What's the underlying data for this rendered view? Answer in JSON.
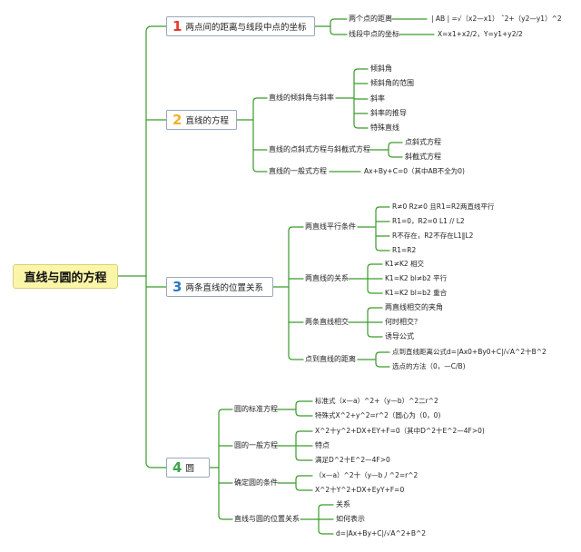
{
  "root": "直线与圆的方程",
  "colors": {
    "line": "#3a9a2b",
    "n1": "#e8382e",
    "n2": "#f2b02a",
    "n3": "#2a78c7",
    "n4": "#3aa54a",
    "root_bg": "#fbf6a7"
  },
  "b1": {
    "num": "1",
    "title": "两点间的距离与线段中点的坐标",
    "c1": "两个点的距离",
    "c1v": "| AB | =√（x2—x1） ˆ2+（y2—y1）^2",
    "c2": "线段中点的坐标",
    "c2v": "X=x1+x2/2，Y=y1+y2/2"
  },
  "b2": {
    "num": "2",
    "title": "直线的方程",
    "s1": "直线的倾斜角与斜率",
    "s1_items": [
      "倾斜角",
      "倾斜角的范围",
      "斜率",
      "斜率的推导",
      "特殊直线"
    ],
    "s2": "直线的点斜式方程与斜截式方程",
    "s2_items": [
      "点斜式方程",
      "斜截式方程"
    ],
    "s3": "直线的一般式方程",
    "s3v": "Ax+By+C=0（其中AB不全为0)"
  },
  "b3": {
    "num": "3",
    "title": "两条直线的位置关系",
    "s1": "两直线平行条件",
    "s1_items": [
      "R≠0 Rz≠0 且R1=R2两直线平行",
      "R1=0，R2=0 L1 // L2",
      "R不存在，R2不存在L1‖L2",
      "R1=R2"
    ],
    "s2": "两直线的关系",
    "s2_items": [
      "K1≠K2 相交",
      "K1=K2 bl≠b2 平行",
      "K1=K2 bl=b2 重合"
    ],
    "s3": "两条直线相交",
    "s3_items": [
      "两直线相交的夹角",
      "何时相交？",
      "诱导公式"
    ],
    "s4": "点到直线的距离",
    "s4_items": [
      "点到直线距离公式d=|Ax0+By0+C|/√A^2十B^2",
      "选点的方法（0，—C/B)"
    ]
  },
  "b4": {
    "num": "4",
    "title": "圆",
    "s1": "圆的标准方程",
    "s1_items": [
      "标准式（x—a）^2+（y—b）^2二r^2",
      "特殊式X^2+y^2=r^2（圆心为（0，0)"
    ],
    "s2": "圆的一般方程",
    "s2_items": [
      "X^2十y^2+DX+EY+F=0（其中D^2十E^2—4F>0)",
      "特点",
      "满足D^2十E^2—4F>0"
    ],
    "s3": "确定圆的条件",
    "s3_items": [
      "（x—a）^2十（y—b丿^2=r^2",
      "X^2十Y^2+DX+EyY+F=0"
    ],
    "s4": "直线与圆的位置关系",
    "s4_items": [
      "关系",
      "如何表示",
      "d=|Ax+By+C|/√A^2+B^2"
    ]
  }
}
